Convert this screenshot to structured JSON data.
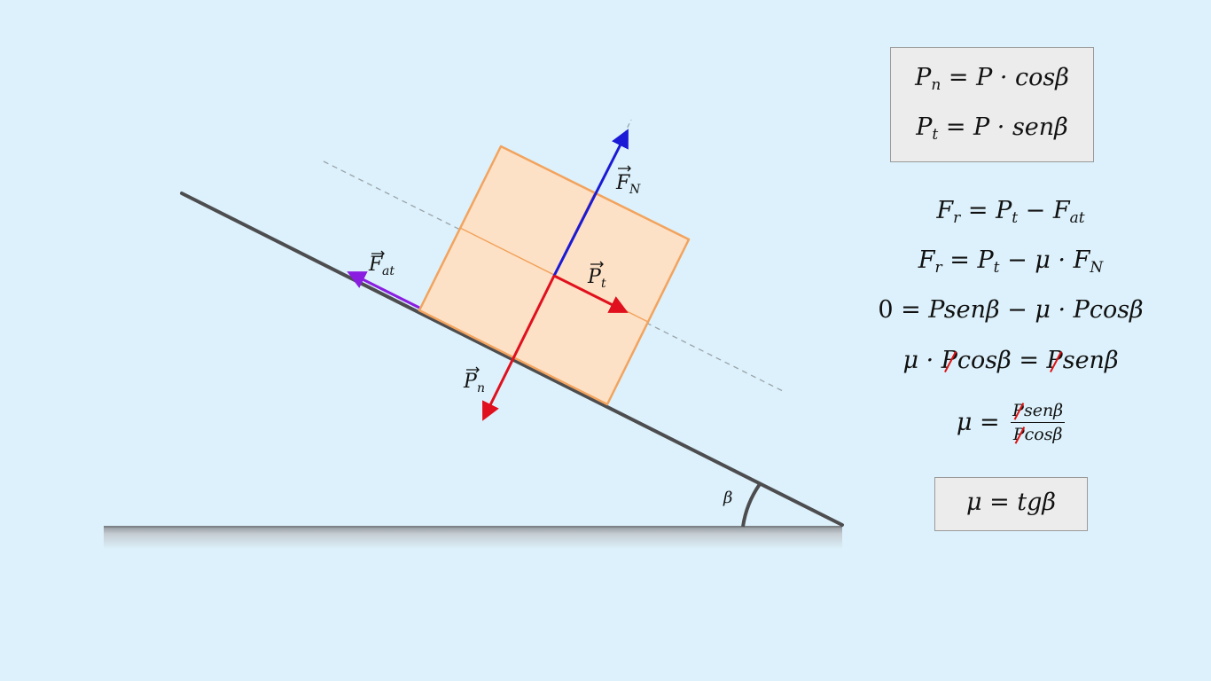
{
  "labels": {
    "fn": "F",
    "fn_sub": "N",
    "fat": "F",
    "fat_sub": "at",
    "pt": "P",
    "pt_sub": "t",
    "pn": "P",
    "pn_sub": "n",
    "angle": "β"
  },
  "box1": {
    "line1": {
      "lhs": "P",
      "lhs_sub": "n",
      "rhs": "= P · cosβ"
    },
    "line2": {
      "lhs": "P",
      "lhs_sub": "t",
      "rhs": "= P · senβ"
    }
  },
  "eq1": {
    "a": "F",
    "a_sub": "r",
    "b": " = P",
    "b_sub": "t",
    "c": " − F",
    "c_sub": "at"
  },
  "eq2": {
    "a": "F",
    "a_sub": "r",
    "b": " = P",
    "b_sub": "t",
    "c": " − μ · F",
    "c_sub": "N"
  },
  "eq3": {
    "zero": "0",
    "rest": " = Psenβ − μ · Pcosβ"
  },
  "eq4": {
    "a": "μ · ",
    "p1": "P",
    "b": "cosβ = ",
    "p2": "P",
    "c": "senβ"
  },
  "eq5": {
    "a": "μ = ",
    "num_p": "P",
    "num_rest": "senβ",
    "den_p": "P",
    "den_rest": "cosβ"
  },
  "result": {
    "text": "μ = tgβ"
  },
  "colors": {
    "background": "#dcf1fb",
    "incline": "#4d4d4f",
    "block_fill": "#fde1c6",
    "block_stroke": "#f2a35e",
    "normal_force": "#1a1ad6",
    "weight_components": "#e0101e",
    "friction": "#8a1ee0",
    "cancel_mark": "#e01010"
  },
  "icons": {
    "vector_arrow": "vector-arrow-accent"
  }
}
